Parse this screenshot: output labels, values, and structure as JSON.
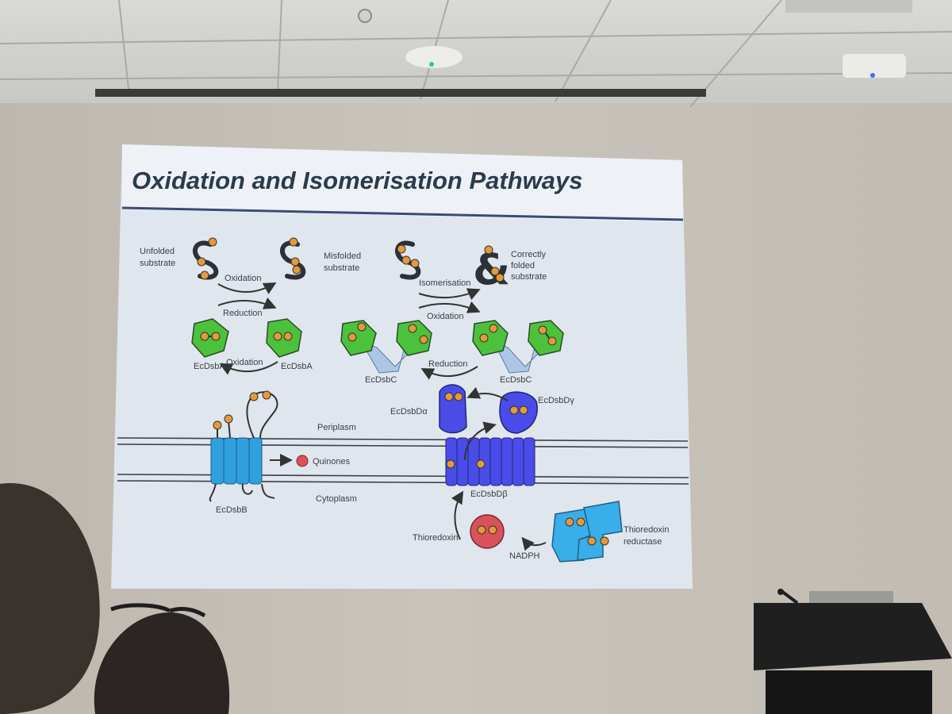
{
  "slide": {
    "title": "Oxidation and Isomerisation Pathways",
    "labels": {
      "unfolded_1": "Unfolded",
      "unfolded_2": "substrate",
      "misfolded_1": "Misfolded",
      "misfolded_2": "substrate",
      "correct_1": "Correctly",
      "correct_2": "folded",
      "correct_3": "substrate",
      "oxidation_a": "Oxidation",
      "reduction_a": "Reduction",
      "oxidation_b": "Oxidation",
      "isomerisation": "Isomerisation",
      "oxidation_c": "Oxidation",
      "reduction_c": "Reduction",
      "ecdsba_1": "EcDsbA",
      "ecdsba_2": "EcDsbA",
      "ecdsbc_1": "EcDsbC",
      "ecdsbc_2": "EcDsbC",
      "ecdsbd_alpha": "EcDsbDα",
      "ecdsbd_gamma": "EcDsbDγ",
      "ecdsbd_beta": "EcDsbDβ",
      "periplasm": "Periplasm",
      "cytoplasm": "Cytoplasm",
      "quinones": "Quinones",
      "ecdsbb": "EcDsbB",
      "thioredoxin": "Thioredoxin",
      "nadph": "NADPH",
      "trx_reductase_1": "Thioredoxin",
      "trx_reductase_2": "reductase"
    }
  },
  "colors": {
    "dsba_green": "#4cc23c",
    "dsbd_blue": "#4a4ce8",
    "dsbb_cyan": "#2f9fde",
    "thioredoxin_red": "#d9515b",
    "reductase_cyan": "#39aee8",
    "dot_orange": "#e59a3a",
    "title_navy": "#2b3a4e"
  }
}
